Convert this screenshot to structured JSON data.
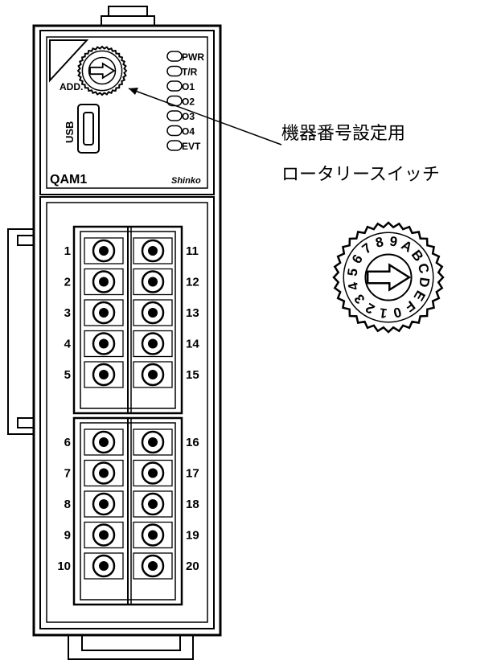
{
  "device": {
    "model": "QAM1",
    "brand": "Shinko",
    "address_label": "ADD.",
    "usb_label": "USB",
    "leds": [
      "PWR",
      "T/R",
      "O1",
      "O2",
      "O3",
      "O4",
      "EVT"
    ]
  },
  "terminals": {
    "upper_left": [
      "1",
      "2",
      "3",
      "4",
      "5"
    ],
    "upper_right": [
      "11",
      "12",
      "13",
      "14",
      "15"
    ],
    "lower_left": [
      "6",
      "7",
      "8",
      "9",
      "10"
    ],
    "lower_right": [
      "16",
      "17",
      "18",
      "19",
      "20"
    ]
  },
  "annotation": {
    "line1": "機器番号設定用",
    "line2": "ロータリースイッチ"
  },
  "rotary_switch": {
    "positions": [
      "0",
      "1",
      "2",
      "3",
      "4",
      "5",
      "6",
      "7",
      "8",
      "9",
      "A",
      "B",
      "C",
      "D",
      "E",
      "F"
    ]
  }
}
